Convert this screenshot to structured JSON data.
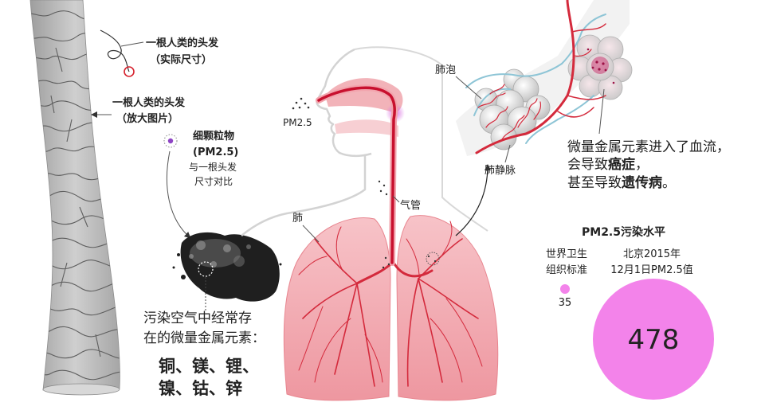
{
  "hair_actual": {
    "line1": "一根人类的头发",
    "line2": "（实际尺寸）"
  },
  "hair_magnified": {
    "line1": "一根人类的头发",
    "line2": "（放大图片）"
  },
  "pm25_particle": {
    "title": "细颗粒物",
    "subtitle": "(PM2.5)",
    "line3": "与一根头发",
    "line4": "尺寸对比"
  },
  "nose_label": "PM2.5",
  "anatomy": {
    "alveoli": "肺泡",
    "pulmonary_vein": "肺静脉",
    "trachea": "气管",
    "lung": "肺"
  },
  "blood_text": {
    "line1": "微量金属元素进入了血流，",
    "line2_pre": "会导致",
    "line2_bold": "癌症",
    "line2_post": "，",
    "line3_pre": "甚至导致",
    "line3_bold": "遗传病",
    "line3_post": "。"
  },
  "metals": {
    "line1": "污染空气中经常存",
    "line2": "在的微量金属元素：",
    "list1": "铜、镁、锂、",
    "list2": "镍、钴、锌"
  },
  "pollution_level": {
    "title": "PM2.5污染水平",
    "who_label_1": "世界卫生",
    "who_label_2": "组织标准",
    "beijing_label_1": "北京2015年",
    "beijing_label_2": "12月1日PM2.5值",
    "who_value": "35",
    "beijing_value": "478"
  },
  "colors": {
    "accent_pink": "#f383ea",
    "blood_red": "#c8102e",
    "lung_pink": "#f2a9b0",
    "hair_grey": "#b5b5b5",
    "particle_purple": "#8e44c4"
  }
}
